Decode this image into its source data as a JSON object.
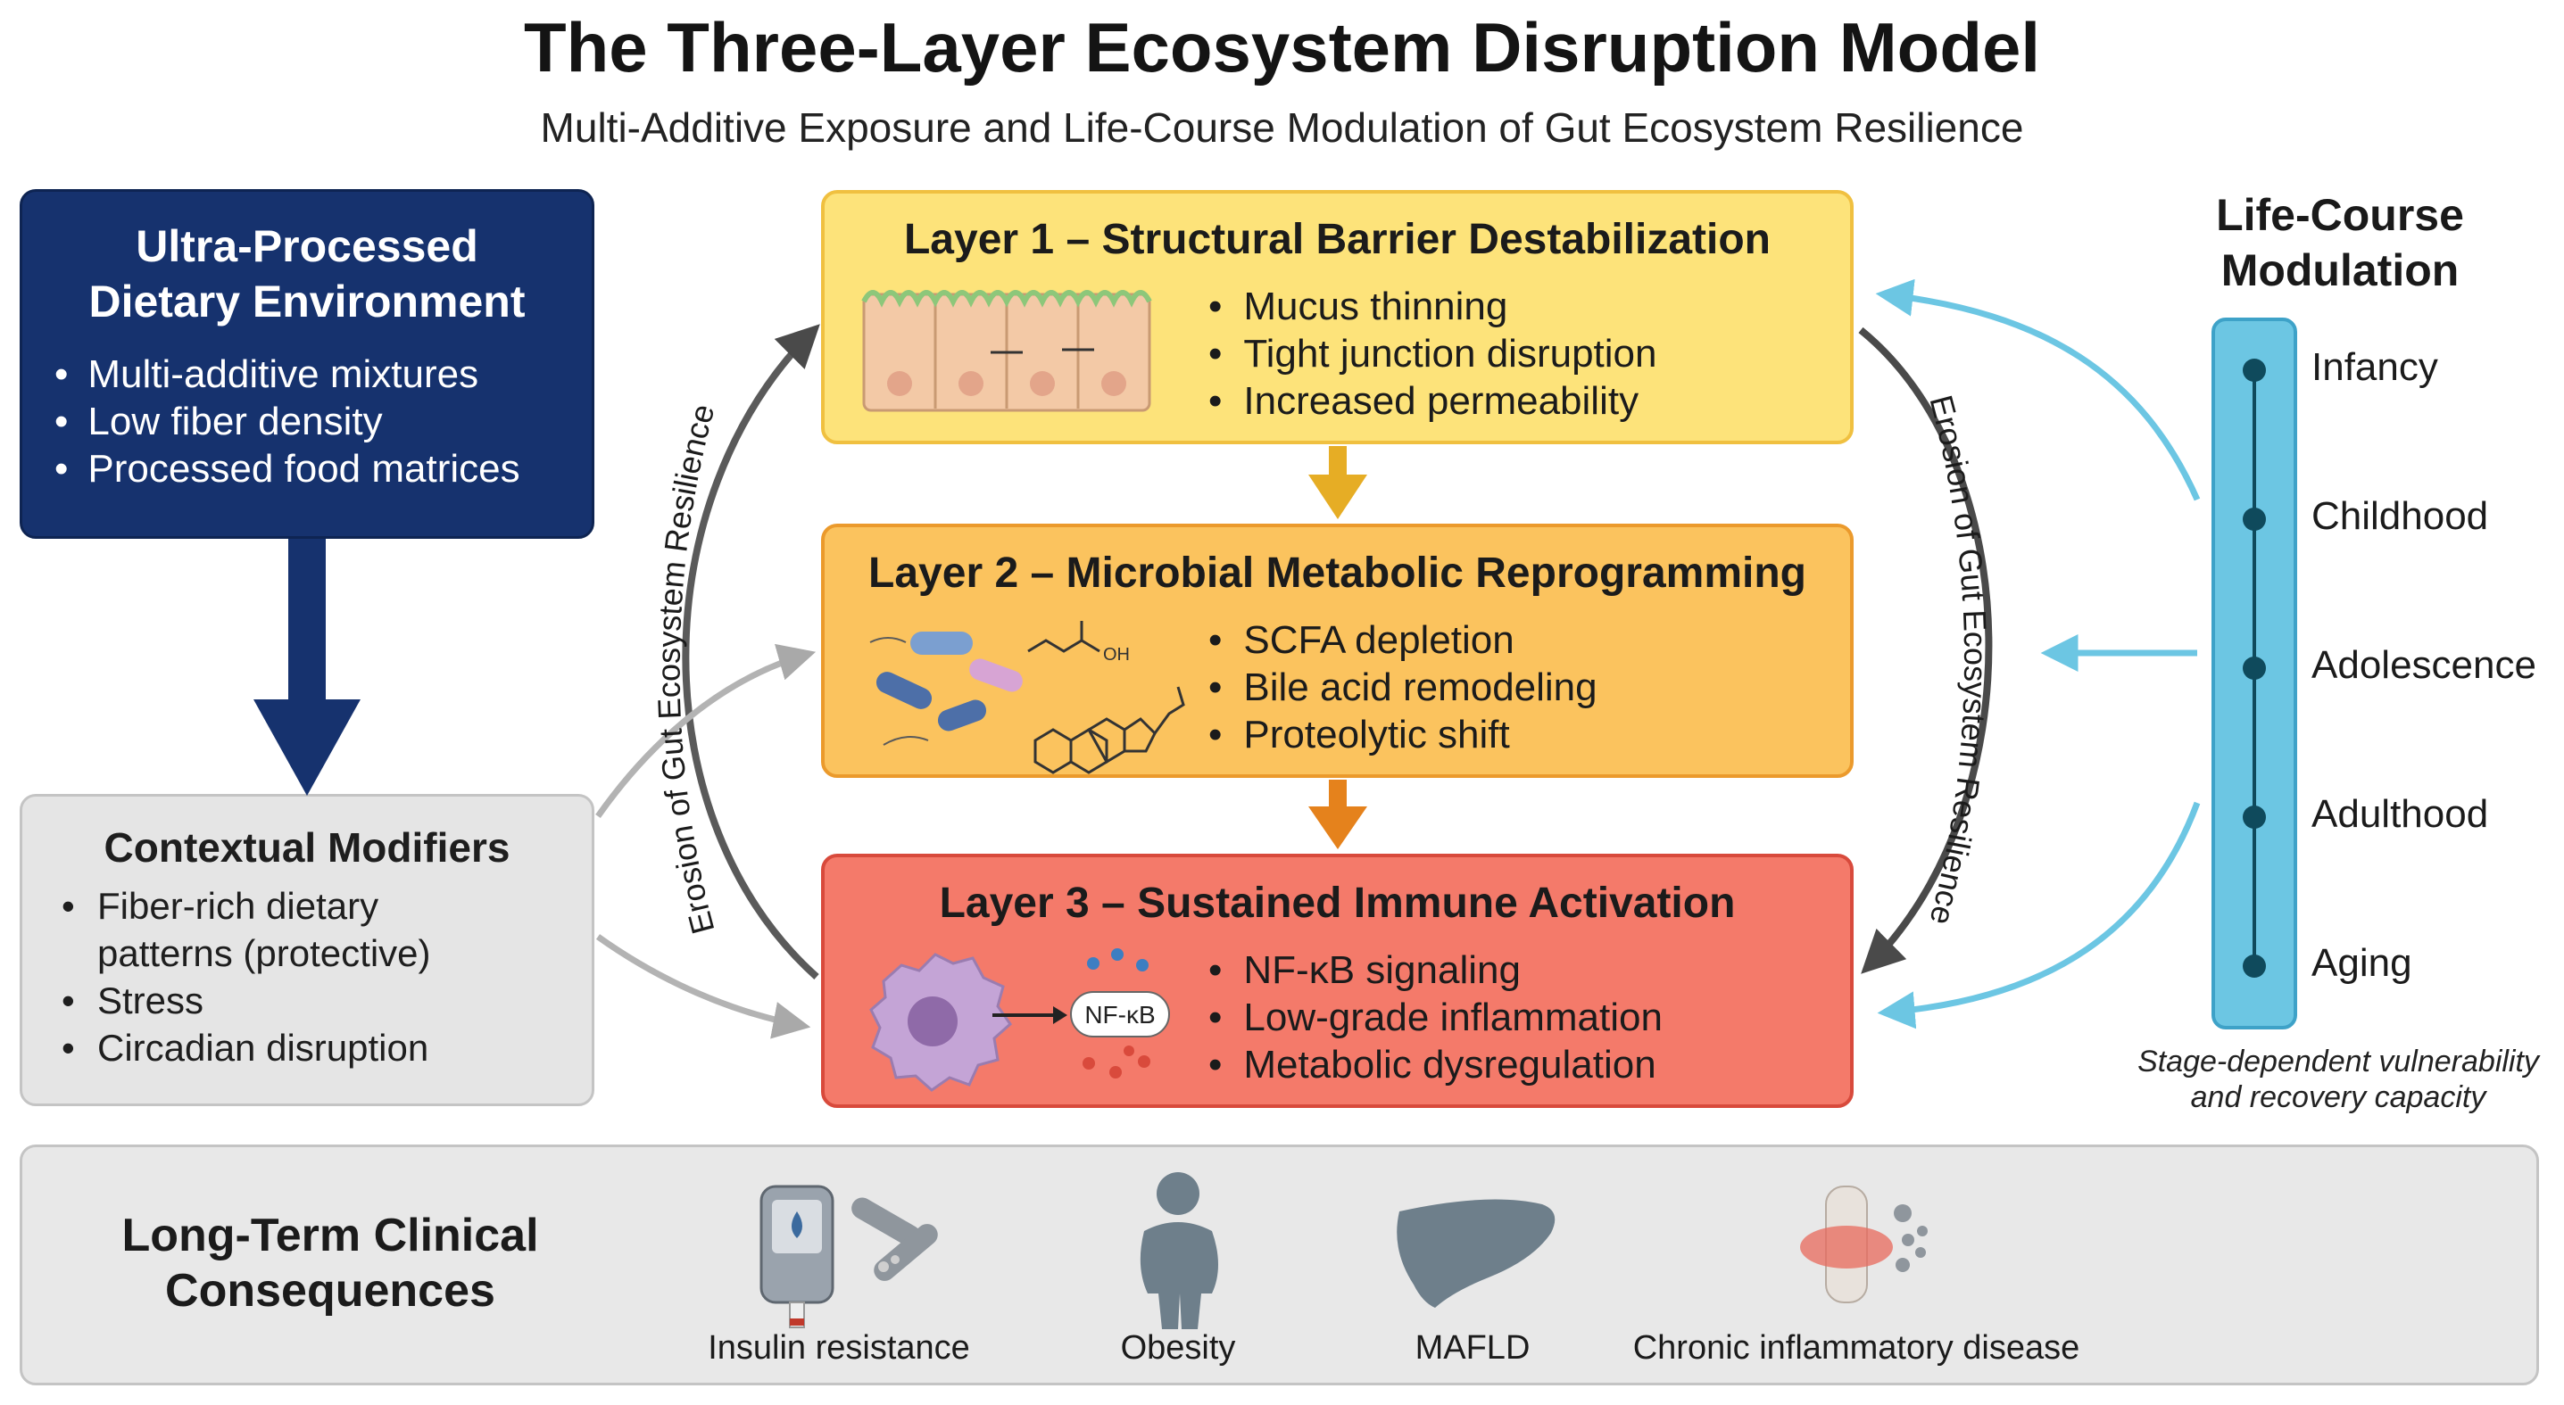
{
  "header": {
    "title": "The Three-Layer Ecosystem Disruption Model",
    "subtitle": "Multi-Additive Exposure and Life-Course Modulation of Gut Ecosystem Resilience"
  },
  "upf": {
    "title_line1": "Ultra-Processed",
    "title_line2": "Dietary Environment",
    "items": [
      "Multi-additive mixtures",
      "Low fiber density",
      "Processed food matrices"
    ]
  },
  "contextual": {
    "title": "Contextual Modifiers",
    "items": [
      "Fiber-rich dietary\npatterns (protective)",
      "Stress",
      "Circadian disruption"
    ]
  },
  "layers": [
    {
      "title": "Layer 1 – Structural Barrier Destabilization",
      "items": [
        "Mucus thinning",
        "Tight junction disruption",
        "Increased permeability"
      ]
    },
    {
      "title": "Layer 2 – Microbial Metabolic Reprogramming",
      "items": [
        "SCFA depletion",
        "Bile acid remodeling",
        "Proteolytic shift"
      ]
    },
    {
      "title": "Layer 3 – Sustained Immune Activation",
      "items": [
        "NF-κB signaling",
        "Low-grade inflammation",
        "Metabolic dysregulation"
      ]
    }
  ],
  "nfkb_label": "NF-κB",
  "oh_label": "OH",
  "erosion_label": "Erosion of Gut Ecosystem Resilience",
  "life_course": {
    "title_line1": "Life-Course",
    "title_line2": "Modulation",
    "stages": [
      "Infancy",
      "Childhood",
      "Adolescence",
      "Adulthood",
      "Aging"
    ],
    "note_line1": "Stage-dependent vulnerability",
    "note_line2": "and recovery capacity"
  },
  "clinical": {
    "title_line1": "Long-Term Clinical",
    "title_line2": "Consequences",
    "outcomes": [
      "Insulin resistance",
      "Obesity",
      "MAFLD",
      "Chronic inflammatory disease"
    ]
  },
  "icons": {
    "clinical": [
      "glucometer-icon",
      "person-silhouette-icon",
      "liver-icon",
      "inflamed-joint-icon"
    ]
  },
  "colors": {
    "navy": "#16326e",
    "layer1": "#fde37a",
    "layer2": "#fbc35e",
    "layer3": "#f47a6a",
    "lifecourse": "#6cc6e3"
  }
}
